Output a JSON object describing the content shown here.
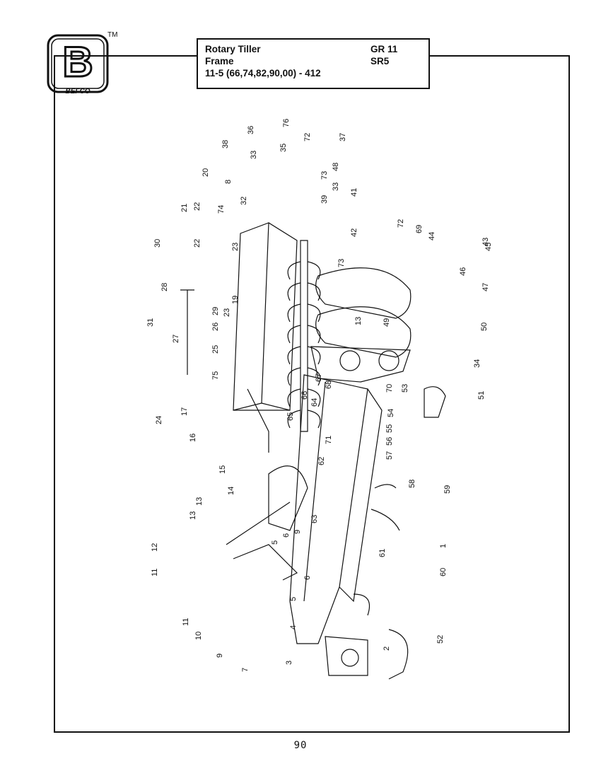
{
  "logo": {
    "letter": "B",
    "brand": "BEFCO",
    "trademark": "TM"
  },
  "header": {
    "title_line1": "Rotary Tiller",
    "title_line2": "Frame",
    "title_line3": "11-5 (66,74,82,90,00) - 412",
    "code1": "GR 11",
    "code2": "SR5"
  },
  "diagram": {
    "callouts": [
      "1",
      "2",
      "3",
      "4",
      "5",
      "5",
      "6",
      "6",
      "7",
      "8",
      "9",
      "9",
      "10",
      "11",
      "11",
      "12",
      "13",
      "13",
      "13",
      "14",
      "15",
      "16",
      "17",
      "19",
      "20",
      "21",
      "22",
      "22",
      "23",
      "23",
      "24",
      "25",
      "26",
      "27",
      "28",
      "29",
      "30",
      "31",
      "32",
      "33",
      "33",
      "34",
      "35",
      "36",
      "37",
      "38",
      "39",
      "41",
      "42",
      "43",
      "44",
      "45",
      "46",
      "47",
      "48",
      "49",
      "50",
      "51",
      "52",
      "53",
      "54",
      "55",
      "56",
      "57",
      "58",
      "59",
      "60",
      "61",
      "62",
      "63",
      "64",
      "65",
      "66",
      "67",
      "68",
      "69",
      "70",
      "71",
      "72",
      "72",
      "73",
      "73",
      "74",
      "75",
      "76"
    ]
  },
  "footer": {
    "page_number": "90"
  }
}
